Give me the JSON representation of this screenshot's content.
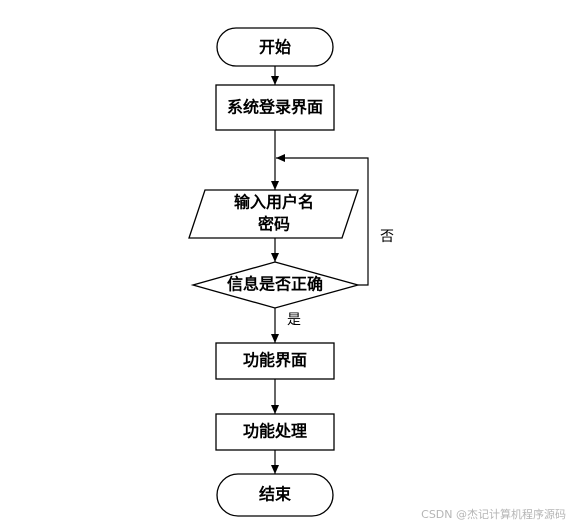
{
  "nodes": {
    "start": "开始",
    "login": "系统登录界面",
    "input_line1": "输入用户名",
    "input_line2": "密码",
    "check": "信息是否正确",
    "function_ui": "功能界面",
    "process": "功能处理",
    "end": "结束"
  },
  "edges": {
    "yes_label": "是",
    "no_label": "否"
  },
  "watermark": "CSDN @杰记计算机程序源码"
}
